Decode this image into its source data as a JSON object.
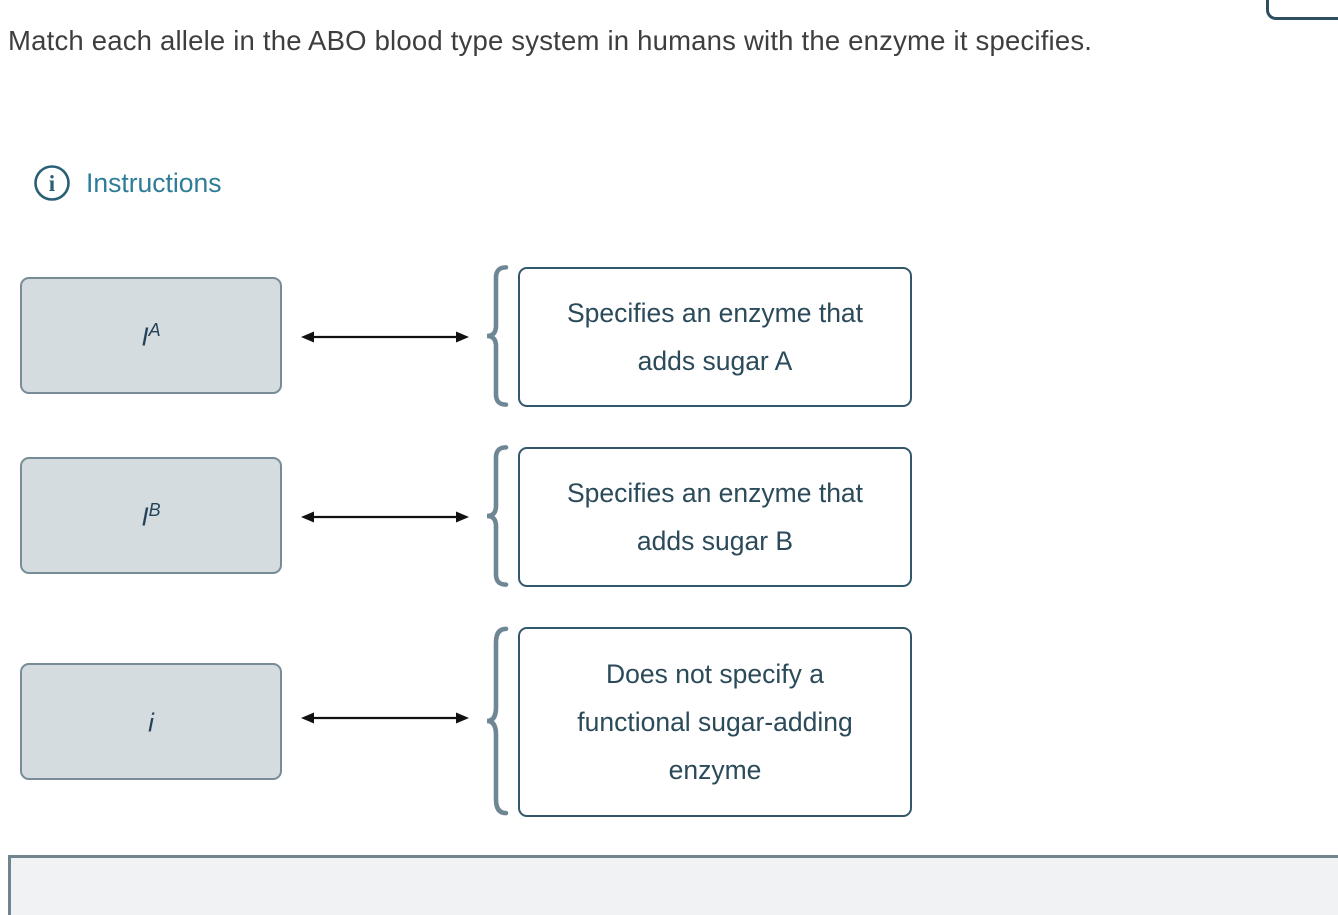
{
  "page": {
    "title": "Match each allele in the ABO blood type system in humans with the enzyme it specifies."
  },
  "instructions": {
    "label": "Instructions",
    "icon_glyph": "i"
  },
  "matching": {
    "pairs": [
      {
        "allele_base": "I",
        "allele_sup": "A",
        "enzyme": "Specifies an enzyme that adds sugar A"
      },
      {
        "allele_base": "I",
        "allele_sup": "B",
        "enzyme": "Specifies an enzyme that adds sugar B"
      },
      {
        "allele_base": "i",
        "allele_sup": "",
        "enzyme": "Does not specify a functional sugar-adding enzyme"
      }
    ]
  },
  "colors": {
    "accent_teal": "#2e7d98",
    "enzyme_box_border": "#32596b",
    "enzyme_text": "#2b4a5a",
    "allele_box_fill": "#d5dcdf",
    "allele_box_border": "#778c96",
    "brace": "#6f8795",
    "arrow": "#111111",
    "title_text": "#3e3e3e",
    "tray_border": "#72858f",
    "tray_fill": "#f0f2f3"
  }
}
